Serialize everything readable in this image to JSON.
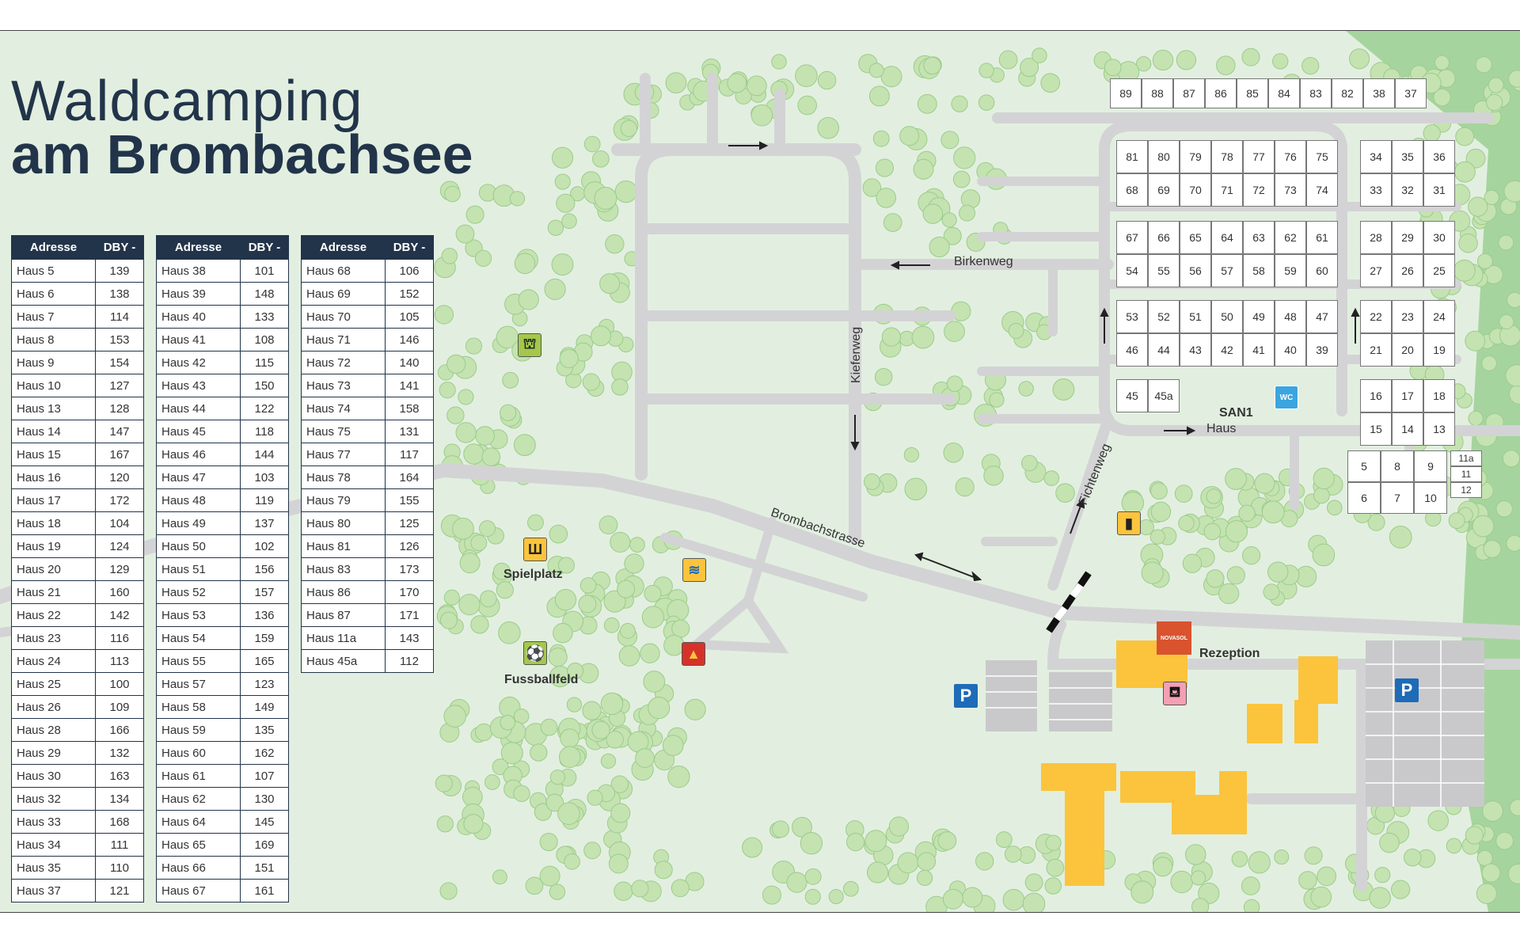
{
  "title": {
    "line1": "Waldcamping",
    "line2": "am Brombachsee"
  },
  "table_headers": {
    "address": "Adresse",
    "dby": "DBY -"
  },
  "tables": [
    [
      [
        "Haus 5",
        "139"
      ],
      [
        "Haus 6",
        "138"
      ],
      [
        "Haus 7",
        "114"
      ],
      [
        "Haus 8",
        "153"
      ],
      [
        "Haus 9",
        "154"
      ],
      [
        "Haus 10",
        "127"
      ],
      [
        "Haus 13",
        "128"
      ],
      [
        "Haus 14",
        "147"
      ],
      [
        "Haus 15",
        "167"
      ],
      [
        "Haus 16",
        "120"
      ],
      [
        "Haus 17",
        "172"
      ],
      [
        "Haus 18",
        "104"
      ],
      [
        "Haus 19",
        "124"
      ],
      [
        "Haus 20",
        "129"
      ],
      [
        "Haus 21",
        "160"
      ],
      [
        "Haus 22",
        "142"
      ],
      [
        "Haus 23",
        "116"
      ],
      [
        "Haus 24",
        "113"
      ],
      [
        "Haus 25",
        "100"
      ],
      [
        "Haus 26",
        "109"
      ],
      [
        "Haus 28",
        "166"
      ],
      [
        "Haus 29",
        "132"
      ],
      [
        "Haus 30",
        "163"
      ],
      [
        "Haus 32",
        "134"
      ],
      [
        "Haus 33",
        "168"
      ],
      [
        "Haus 34",
        "111"
      ],
      [
        "Haus 35",
        "110"
      ],
      [
        "Haus 37",
        "121"
      ]
    ],
    [
      [
        "Haus 38",
        "101"
      ],
      [
        "Haus 39",
        "148"
      ],
      [
        "Haus 40",
        "133"
      ],
      [
        "Haus 41",
        "108"
      ],
      [
        "Haus 42",
        "115"
      ],
      [
        "Haus 43",
        "150"
      ],
      [
        "Haus 44",
        "122"
      ],
      [
        "Haus 45",
        "118"
      ],
      [
        "Haus 46",
        "144"
      ],
      [
        "Haus 47",
        "103"
      ],
      [
        "Haus 48",
        "119"
      ],
      [
        "Haus 49",
        "137"
      ],
      [
        "Haus 50",
        "102"
      ],
      [
        "Haus 51",
        "156"
      ],
      [
        "Haus 52",
        "157"
      ],
      [
        "Haus 53",
        "136"
      ],
      [
        "Haus 54",
        "159"
      ],
      [
        "Haus 55",
        "165"
      ],
      [
        "Haus 57",
        "123"
      ],
      [
        "Haus 58",
        "149"
      ],
      [
        "Haus 59",
        "135"
      ],
      [
        "Haus 60",
        "162"
      ],
      [
        "Haus 61",
        "107"
      ],
      [
        "Haus 62",
        "130"
      ],
      [
        "Haus 64",
        "145"
      ],
      [
        "Haus 65",
        "169"
      ],
      [
        "Haus 66",
        "151"
      ],
      [
        "Haus 67",
        "161"
      ]
    ],
    [
      [
        "Haus 68",
        "106"
      ],
      [
        "Haus 69",
        "152"
      ],
      [
        "Haus 70",
        "105"
      ],
      [
        "Haus 71",
        "146"
      ],
      [
        "Haus 72",
        "140"
      ],
      [
        "Haus 73",
        "141"
      ],
      [
        "Haus 74",
        "158"
      ],
      [
        "Haus 75",
        "131"
      ],
      [
        "Haus 77",
        "117"
      ],
      [
        "Haus 78",
        "164"
      ],
      [
        "Haus 79",
        "155"
      ],
      [
        "Haus 80",
        "125"
      ],
      [
        "Haus 81",
        "126"
      ],
      [
        "Haus 83",
        "173"
      ],
      [
        "Haus 86",
        "170"
      ],
      [
        "Haus 87",
        "171"
      ],
      [
        "Haus 11a",
        "143"
      ],
      [
        "Haus 45a",
        "112"
      ]
    ]
  ],
  "roads": {
    "birkenweg": "Birkenweg",
    "kieferweg": "Kieferweg",
    "fichtenweg": "Fichtenweg",
    "brombachstrasse": "Brombachstrasse"
  },
  "places": {
    "spielplatz": "Spielplatz",
    "fussballfeld": "Fussballfeld",
    "rezeption": "Rezeption",
    "san1": "SAN1",
    "haus": "Haus",
    "wc": "WC",
    "parking": "P",
    "novasol": "NOVASOL"
  },
  "plots": {
    "row_top": [
      "89",
      "88",
      "87",
      "86",
      "85",
      "84",
      "83",
      "82",
      "38",
      "37"
    ],
    "row_a1": [
      "81",
      "80",
      "79",
      "78",
      "77",
      "76",
      "75"
    ],
    "row_a2": [
      "68",
      "69",
      "70",
      "71",
      "72",
      "73",
      "74"
    ],
    "row_b1": [
      "67",
      "66",
      "65",
      "64",
      "63",
      "62",
      "61"
    ],
    "row_b2": [
      "54",
      "55",
      "56",
      "57",
      "58",
      "59",
      "60"
    ],
    "row_c1": [
      "53",
      "52",
      "51",
      "50",
      "49",
      "48",
      "47"
    ],
    "row_c2": [
      "46",
      "44",
      "43",
      "42",
      "41",
      "40",
      "39"
    ],
    "row_d": [
      "45",
      "45a"
    ],
    "right_1": [
      "34",
      "35",
      "36"
    ],
    "right_2": [
      "33",
      "32",
      "31"
    ],
    "right_3": [
      "28",
      "29",
      "30"
    ],
    "right_4": [
      "27",
      "26",
      "25"
    ],
    "right_5": [
      "22",
      "23",
      "24"
    ],
    "right_6": [
      "21",
      "20",
      "19"
    ],
    "right_7": [
      "16",
      "17",
      "18"
    ],
    "right_8": [
      "15",
      "14",
      "13"
    ],
    "low_1": [
      "5",
      "8",
      "9"
    ],
    "low_2": [
      "6",
      "7",
      "10"
    ],
    "low_3": [
      "11a",
      "11",
      "12"
    ]
  },
  "colors": {
    "background": "#e2efe0",
    "forest": "#a6d49e",
    "tree": "#c4e3b1",
    "road": "#d3d3d5",
    "building": "#fbc43c",
    "navy": "#22344a",
    "parking_blue": "#1e6bb8"
  }
}
